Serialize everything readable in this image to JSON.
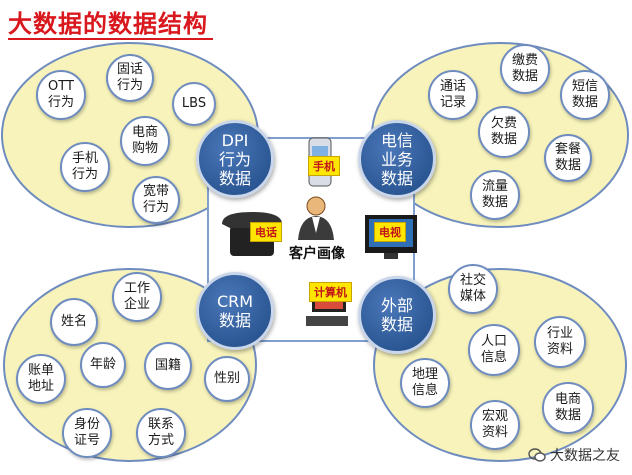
{
  "title": "大数据的数据结构",
  "hubs": {
    "dpi": "DPI\n行为\n数据",
    "telecom": "电信\n业务\n数据",
    "crm": "CRM\n数据",
    "external": "外部\n数据"
  },
  "dpi_items": [
    "OTT\n行为",
    "固话\n行为",
    "LBS",
    "电商\n购物",
    "手机\n行为",
    "宽带\n行为"
  ],
  "telecom_items": [
    "通话\n记录",
    "缴费\n数据",
    "短信\n数据",
    "欠费\n数据",
    "套餐\n数据",
    "流量\n数据"
  ],
  "crm_items": [
    "姓名",
    "工作\n企业",
    "年龄",
    "国籍",
    "账单\n地址",
    "性别",
    "身份\n证号",
    "联系\n方式"
  ],
  "external_items": [
    "社交\n媒体",
    "人口\n信息",
    "行业\n资料",
    "地理\n信息",
    "宏观\n资料",
    "电商\n数据"
  ],
  "center": {
    "label": "客户画像",
    "tags": {
      "phone": "手机",
      "landline": "电话",
      "tv": "电视",
      "computer": "计算机"
    }
  },
  "watermark": "大数据之友",
  "colors": {
    "title": "#d9181e",
    "hub": "#2a5597",
    "ellipse": "#f7f3bb",
    "ellipse_border": "#6f8cbf"
  }
}
